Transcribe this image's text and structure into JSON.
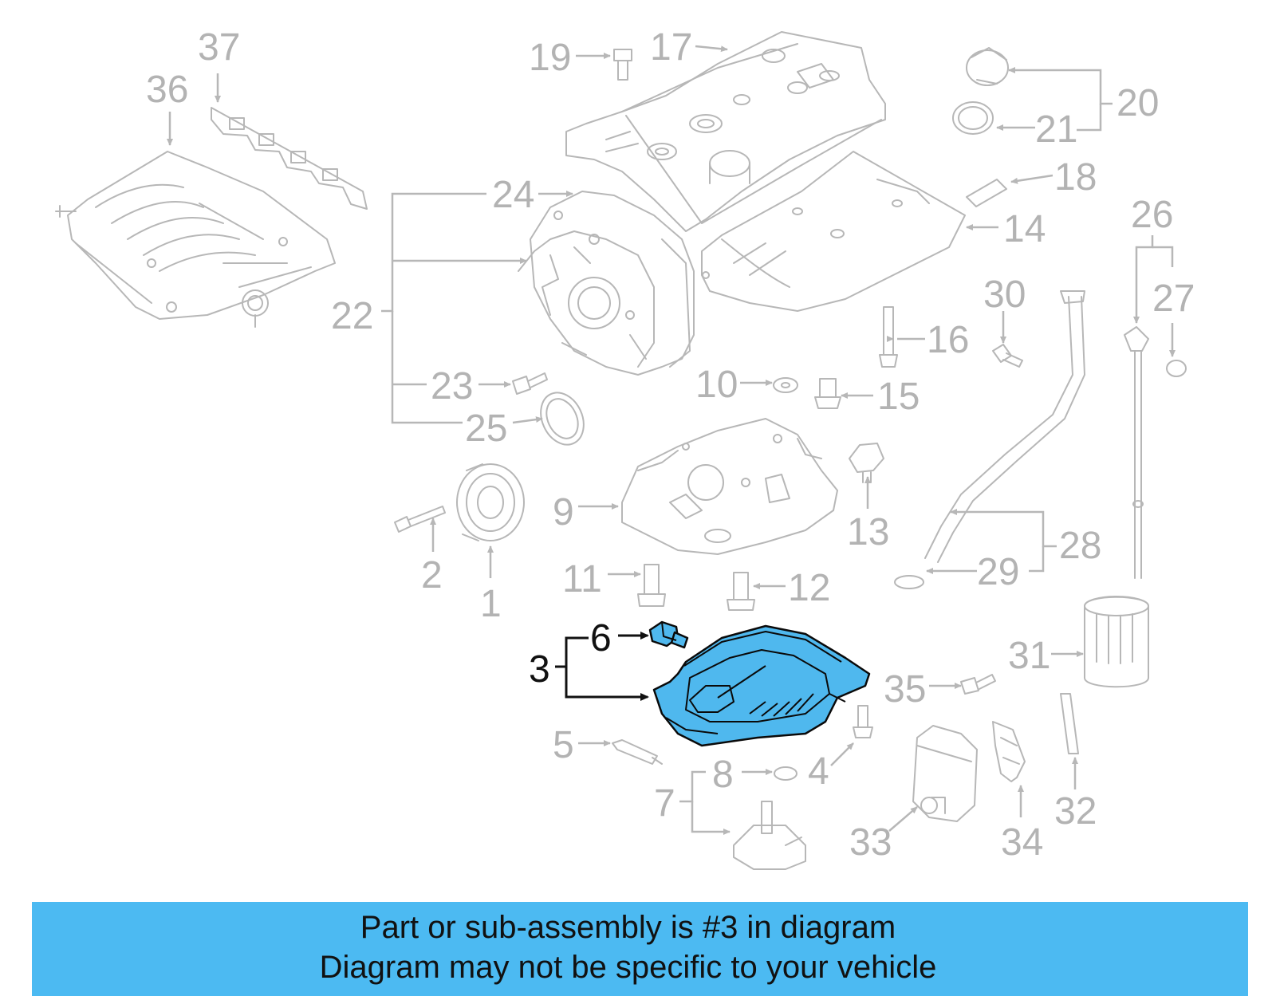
{
  "callouts": {
    "c1": "1",
    "c2": "2",
    "c3": "3",
    "c4": "4",
    "c5": "5",
    "c6": "6",
    "c7": "7",
    "c8": "8",
    "c9": "9",
    "c10": "10",
    "c11": "11",
    "c12": "12",
    "c13": "13",
    "c14": "14",
    "c15": "15",
    "c16": "16",
    "c17": "17",
    "c18": "18",
    "c19": "19",
    "c20": "20",
    "c21": "21",
    "c22": "22",
    "c23": "23",
    "c24": "24",
    "c25": "25",
    "c26": "26",
    "c27": "27",
    "c28": "28",
    "c29": "29",
    "c30": "30",
    "c31": "31",
    "c32": "32",
    "c33": "33",
    "c34": "34",
    "c35": "35",
    "c36": "36",
    "c37": "37"
  },
  "highlighted_callouts": [
    "3",
    "6"
  ],
  "colors": {
    "highlight_fill": "#4fb8ee",
    "banner_background": "#4cbaf2",
    "part_outline": "#b7b7b7",
    "highlight_outline": "#0a0a0a"
  },
  "banner": {
    "line1": "Part or sub-assembly is #3 in diagram",
    "line2": "Diagram may not be specific to your vehicle"
  }
}
